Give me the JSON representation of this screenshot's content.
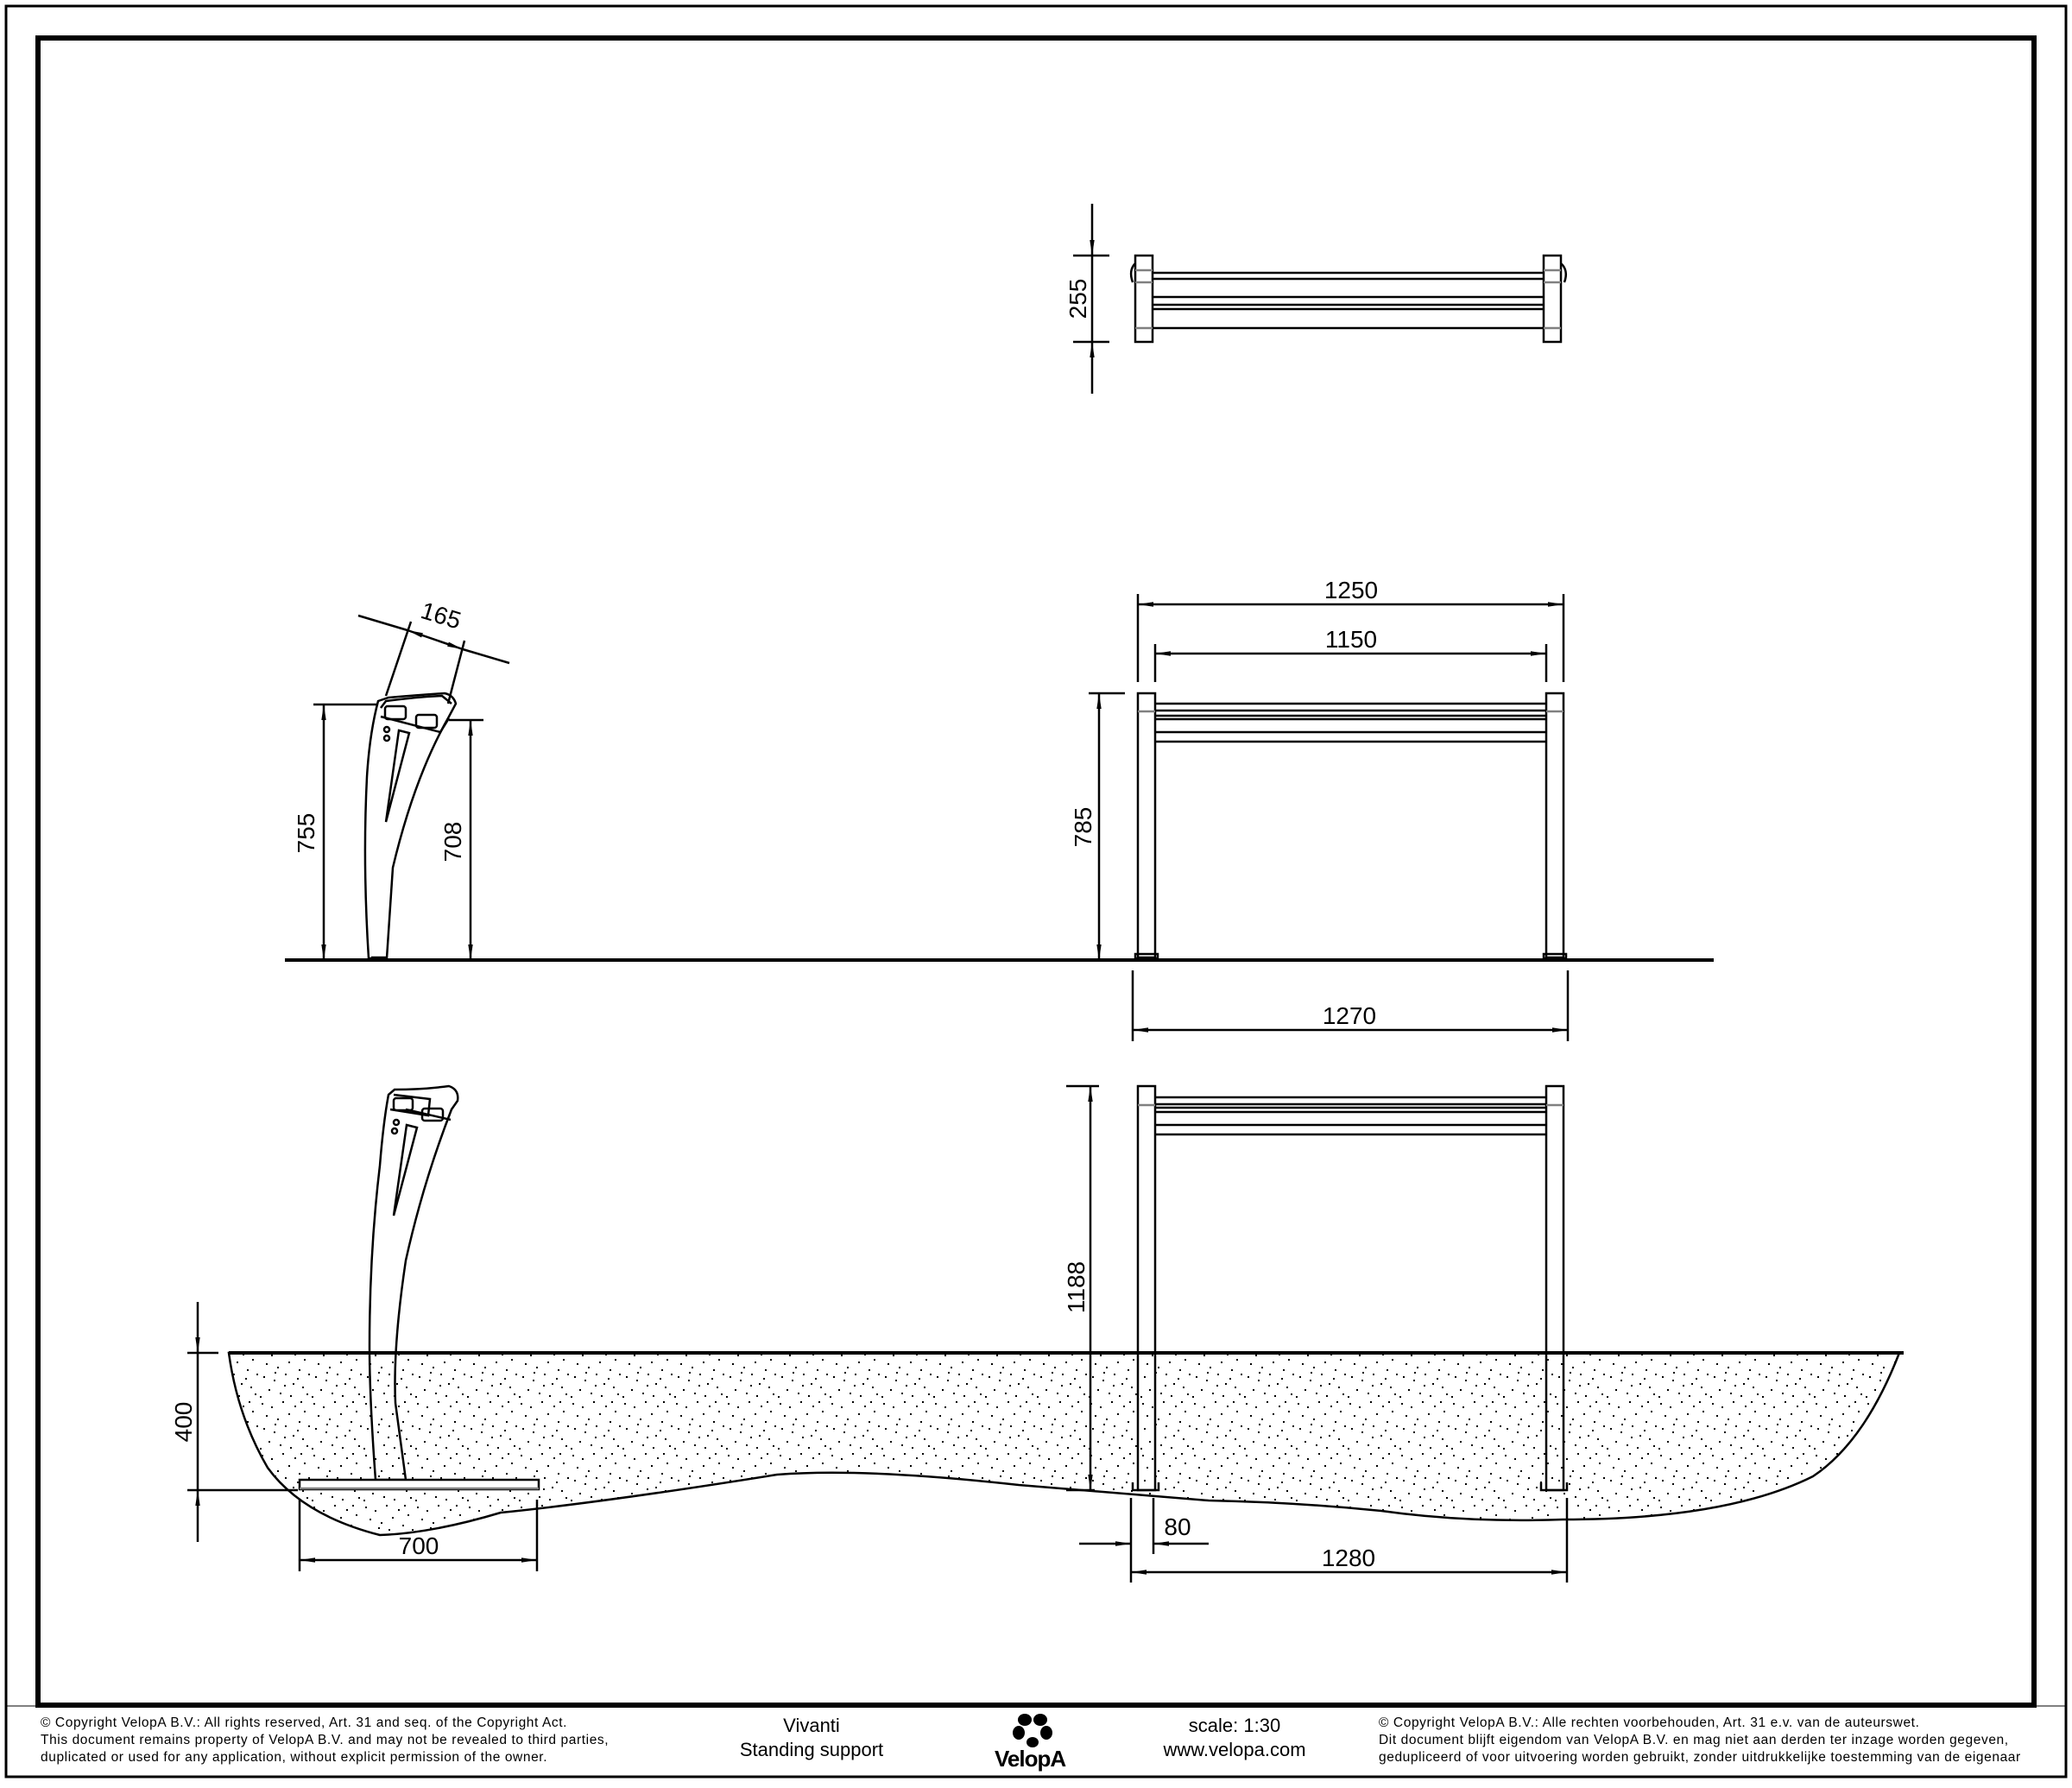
{
  "drawing": {
    "product_name": "Vivanti",
    "product_description": "Standing support",
    "scale": "scale: 1:30",
    "website": "www.velopa.com",
    "logo": {
      "icon": "velopa-flower-logo-icon",
      "text": "VelopA"
    },
    "views": {
      "top_view": {
        "dimensions": {
          "depth": "255"
        }
      },
      "side_view_surface": {
        "dimensions": {
          "total_height": "755",
          "front_height": "708",
          "top_width": "165"
        }
      },
      "front_view_surface": {
        "dimensions": {
          "outer_width": "1250",
          "inner_width": "1150",
          "height": "785",
          "base_width": "1270"
        }
      },
      "side_view_embedded": {
        "dimensions": {
          "embed_depth": "400",
          "foot_plate_width": "700"
        }
      },
      "front_view_embedded": {
        "dimensions": {
          "height": "1188",
          "post_width": "80",
          "foot_width": "1280"
        }
      }
    }
  },
  "footer": {
    "copyright_en": [
      "©  Copyright VelopA B.V.: All rights reserved, Art. 31 and seq. of the Copyright Act.",
      "This document remains property of VelopA B.V. and may not be revealed to third parties,",
      "duplicated or used for any application, without explicit permission of the owner."
    ],
    "copyright_nl": [
      "©  Copyright VelopA B.V.: Alle rechten voorbehouden, Art. 31 e.v. van de auteurswet.",
      "Dit document blijft eigendom van VelopA B.V. en mag niet aan derden ter inzage worden gegeven,",
      "gedupliceerd of voor uitvoering worden gebruikt, zonder uitdrukkelijke toestemming van de eigenaar"
    ]
  },
  "colors": {
    "line": "#000000",
    "hidden_line": "#808080",
    "paper": "#ffffff"
  }
}
